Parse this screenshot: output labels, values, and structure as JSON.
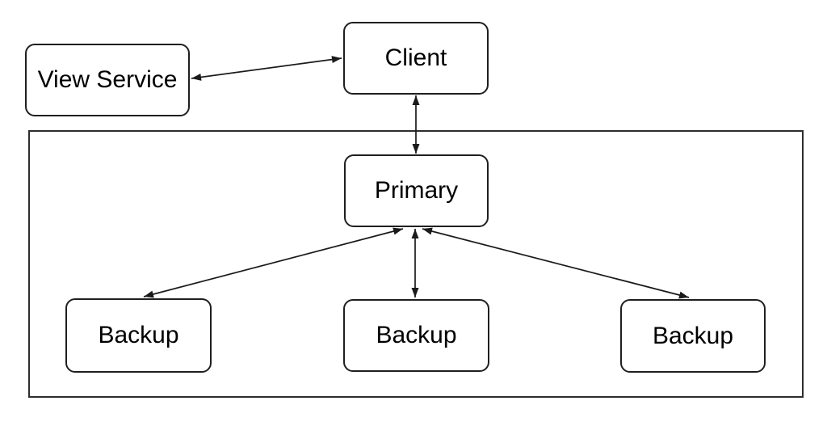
{
  "diagram": {
    "nodes": [
      {
        "id": "view-service",
        "label": "View Service"
      },
      {
        "id": "client",
        "label": "Client"
      },
      {
        "id": "primary",
        "label": "Primary"
      },
      {
        "id": "backup-1",
        "label": "Backup"
      },
      {
        "id": "backup-2",
        "label": "Backup"
      },
      {
        "id": "backup-3",
        "label": "Backup"
      }
    ],
    "container": {
      "contains": [
        "primary",
        "backup-1",
        "backup-2",
        "backup-3"
      ]
    },
    "edges": [
      {
        "from": "view-service",
        "to": "client",
        "direction": "bidirectional"
      },
      {
        "from": "client",
        "to": "primary",
        "direction": "bidirectional"
      },
      {
        "from": "primary",
        "to": "backup-1",
        "direction": "bidirectional"
      },
      {
        "from": "primary",
        "to": "backup-2",
        "direction": "bidirectional"
      },
      {
        "from": "primary",
        "to": "backup-3",
        "direction": "bidirectional"
      }
    ],
    "colors": {
      "stroke": "#1a1a1a",
      "container_stroke": "#2d2d2d",
      "node_fill": "#ffffff",
      "text": "#000000",
      "background": "#ffffff"
    }
  }
}
